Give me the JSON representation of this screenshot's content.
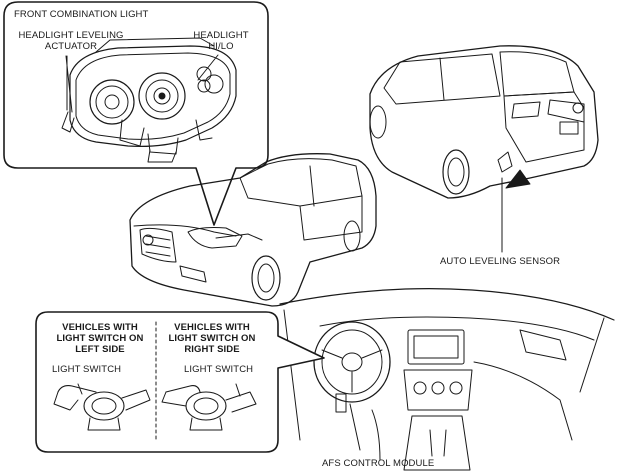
{
  "labels": {
    "front_combination_light": "FRONT COMBINATION LIGHT",
    "headlight_leveling_actuator_line1": "HEADLIGHT LEVELING",
    "headlight_leveling_actuator_line2": "ACTUATOR",
    "headlight_hilo_line1": "HEADLIGHT",
    "headlight_hilo_line2": "HI/LO",
    "auto_leveling_sensor": "AUTO LEVELING SENSOR",
    "afs_control_module": "AFS CONTROL MODULE"
  },
  "switch_panel": {
    "left_title_line1": "VEHICLES WITH",
    "left_title_line2": "LIGHT SWITCH ON",
    "left_title_line3": "LEFT SIDE",
    "right_title_line1": "VEHICLES WITH",
    "right_title_line2": "LIGHT SWITCH ON",
    "right_title_line3": "RIGHT SIDE",
    "left_switch_label": "LIGHT SWITCH",
    "right_switch_label": "LIGHT SWITCH"
  }
}
